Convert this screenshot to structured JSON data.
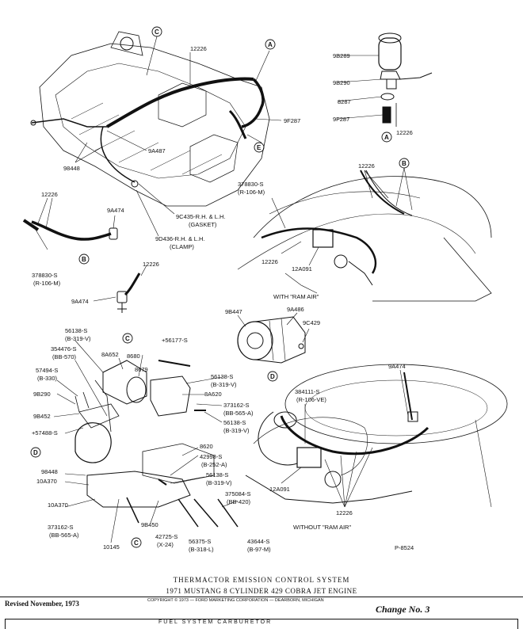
{
  "labels": {
    "top": {
      "c": "C",
      "p12226a": "12226",
      "a": "A",
      "p9F287": "9F287",
      "e": "E",
      "p9A487": "9A487",
      "p98448": "98448",
      "gasket": "9C435-R.H. & L.H.",
      "gasket2": "(GASKET)",
      "clamp": "9D436-R.H. & L.H.",
      "clamp2": "(CLAMP)"
    },
    "topright": {
      "p9B289": "9B289",
      "p9B290": "9B290",
      "p8287": "8287",
      "p9F287": "9F287",
      "p12226": "12226",
      "a": "A"
    },
    "leftmid": {
      "p12226": "12226",
      "p9A474": "9A474",
      "b": "B",
      "p378830": "378830-S",
      "p378830b": "(R-106-M)"
    },
    "rightmid": {
      "p12226": "12226",
      "b": "B",
      "p378830": "378830-S",
      "p378830b": "(R-106-M)",
      "p12226b": "12226",
      "p12A091": "12A091",
      "caption": "WITH \"RAM AIR\""
    },
    "c_detail": {
      "p12226": "12226",
      "p9A474": "9A474",
      "c": "C"
    },
    "pump": {
      "p9B447": "9B447",
      "p9A486": "9A486",
      "p9C429": "9C429"
    },
    "bracket": {
      "p56138a": "56138-S",
      "p56138a2": "(B-319-V)",
      "p354476": "354476-S",
      "p354476b": "(BB-570)",
      "p57494": "57494-S",
      "p57494b": "(B-330)",
      "p9B290": "9B290",
      "p9B452": "9B452",
      "p57488": "+57488-S",
      "d": "D",
      "p98448": "98448",
      "p10A370a": "10A370",
      "p10A370b": "10A370",
      "p373162a": "373162-S",
      "p373162a2": "(BB-565-A)",
      "p10145": "10145",
      "p9B450": "9B450",
      "c": "C",
      "p8A652": "8A652",
      "p8680": "8680",
      "p8679": "8679",
      "p56177": "+56177-S",
      "p56138b": "56138-S",
      "p56138b2": "(B-319-V)",
      "p8A620": "8A620",
      "p373162b": "373162-S",
      "p373162b2": "(BB-565-A)",
      "p56138c": "56138-S",
      "p56138c2": "(B-319-V)",
      "p8620": "8620",
      "p42998": "42998-S",
      "p42998b": "(B-252-A)",
      "p56138d": "56138-S",
      "p56138d2": "(B-319-V)",
      "p375084": "375084-S",
      "p375084b": "(BB-420)",
      "p42725": "42725-S",
      "p42725b": "(X-24)",
      "p56375": "56375-S",
      "p56375b": "(B-318-L)",
      "p43644": "43644-S",
      "p43644b": "(B-97-M)"
    },
    "lowright": {
      "d": "D",
      "p9A474": "9A474",
      "p384111": "384111-S",
      "p384111b": "(R-106-VE)",
      "p12A091": "12A091",
      "p12226": "12226",
      "caption": "WITHOUT \"RAM AIR\"",
      "fig": "P-8524"
    }
  },
  "footer": {
    "title1": "THERMACTOR EMISSION CONTROL SYSTEM",
    "title2": "1971   MUSTANG 8 CYLINDER 429 COBRA JET ENGINE",
    "revised": "Revised November, 1973",
    "copyright": "COPYRIGHT © 1973 — FORD MARKETING CORPORATION — DEARBORN, MICHIGAN",
    "change": "Change No. 3",
    "bottom_box": "FUEL SYSTEM   CARBURETOR"
  }
}
